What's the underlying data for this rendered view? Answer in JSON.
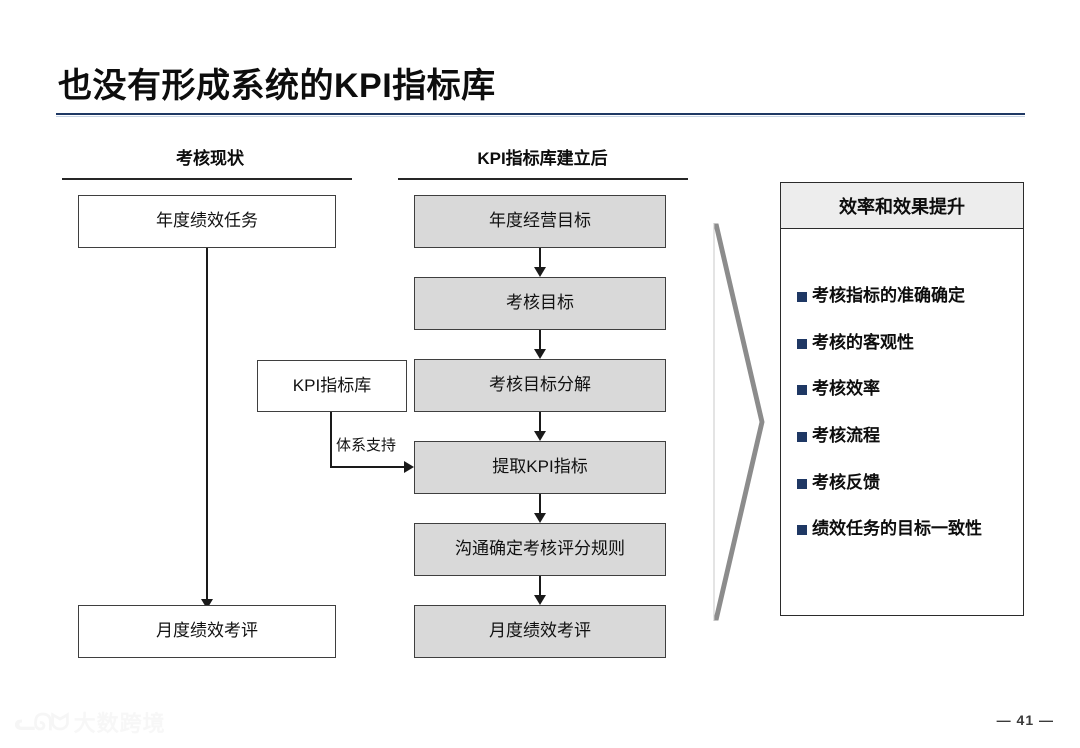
{
  "slide": {
    "title": "也没有形成系统的KPI指标库",
    "page_number": "— 41 —",
    "accent_color": "#1F3864",
    "box_fill_gray": "#D9D9D9",
    "watermark": {
      "mark": "ᓚᘏᗢ",
      "text": "大数跨境"
    }
  },
  "columns": {
    "left": {
      "heading": "考核现状"
    },
    "right": {
      "heading": "KPI指标库建立后"
    }
  },
  "left_flow": {
    "boxes": [
      {
        "label": "年度绩效任务"
      },
      {
        "label": "月度绩效考评"
      }
    ]
  },
  "middle_flow": {
    "boxes": [
      {
        "label": "年度经营目标"
      },
      {
        "label": "考核目标"
      },
      {
        "label": "考核目标分解"
      },
      {
        "label": "提取KPI指标"
      },
      {
        "label": "沟通确定考核评分规则"
      },
      {
        "label": "月度绩效考评"
      }
    ],
    "side_box": {
      "label": "KPI指标库"
    },
    "edge_label": "体系支持"
  },
  "panel": {
    "heading": "效率和效果提升",
    "bullets": [
      {
        "label": "考核指标的准确确定"
      },
      {
        "label": "考核的客观性"
      },
      {
        "label": "考核效率"
      },
      {
        "label": "考核流程"
      },
      {
        "label": "考核反馈"
      },
      {
        "label": "绩效任务的目标一致性"
      }
    ]
  }
}
